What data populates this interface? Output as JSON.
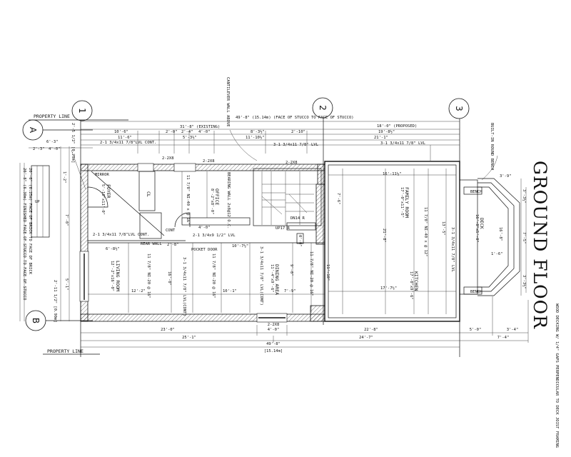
{
  "title": "GROUND FLOOR",
  "grid": {
    "g1": "1",
    "g2": "2",
    "g3": "3",
    "gA": "A",
    "gB": "B"
  },
  "property_line_top": "PROPERTY LINE",
  "property_line_bottom": "PROPERTY LINE",
  "top_dims": {
    "overall": "49'-8\" (15.14m) (FACE OF STUCCO TO FACE OF STUCCO)",
    "existing": "31'-8\" (EXISTING)",
    "proposed": "18'-0\" (PROPOSED)",
    "d1": "10'-6\"",
    "d2": "2'-0\"",
    "d3": "2'-4\"",
    "d4": "4'-0\"",
    "d5": "8'-3½\"",
    "d6": "2'-10\"",
    "d7": "19'-8½\"",
    "e1": "11'-6\"",
    "e2": "5'-3½\"",
    "e3": "11'-10½\"",
    "e4": "21'-1\"",
    "beam1": "2-1 3/4x11 7/8\"LVL CONT.",
    "beam2": "3-1 3/4x11 7/8\" LVL",
    "beam3": "3-1 3/4x11 7/8\" LVL",
    "lintel1": "2-2X8",
    "lintel2": "2-2X8",
    "lintel3": "2-2X8",
    "cantilever": "CANTILEVER WALL ABOVE",
    "bench_note": "BUILT-IN ROUND BENCH"
  },
  "bottom_dims": {
    "b1": "23'-0\"",
    "b2": "4'-0\"",
    "b3": "22'-8\"",
    "b4": "5'-0\"",
    "b5": "3'-4\"",
    "lintel": "2-2X8",
    "c1": "25'-1\"",
    "c2": "24'-7\"",
    "c3": "7'-4\"",
    "overall": "49'-8\"",
    "metric": "[15.14m]"
  },
  "left_dims": {
    "brick": "20'-6\" (6.25m) FACE OF BRICK TO FACE OF BRICK",
    "stucco": "20'-8\" (6.30m) FINISHED FACE OF STUCCO TO FACE OF STUCCO",
    "a1": "6'-3\"",
    "a2": "2'-3\"",
    "a3": "4'-0\"",
    "a4": "1'-2\"",
    "a5": "7'-0\"",
    "a6": "5'-1\"",
    "side1": "2'-5 1/2\" [0.75m]",
    "side2": "2'-11 1/2\" [0.90m]",
    "up": "UP"
  },
  "rooms": {
    "mirror": "MIRROR",
    "foyer": "FOYER",
    "foyer_size": "5'-10\"x11'-0\"",
    "closet": "CL",
    "cont": "CONT",
    "office": "OFFICE",
    "office_size": "8'-2\"x8'-0\"",
    "bearing": "BEARING WALL 2x8@12 O.C.",
    "living": "LIVING ROOM",
    "living_size": "12'-2\"x16'-0\"",
    "dining": "DINING AREA",
    "dining_size": "11'-4\"x9'-6\"",
    "family": "FAMILY ROOM",
    "family_size": "17'-0\"x11'-5\"",
    "kitchen": "KITCHEN",
    "kitchen_size": "17'-0\"x9'-6\"",
    "deck": "DECK",
    "deck_size": "16'-8\"x5'-0\"",
    "bench1": "BENCH",
    "bench2": "BENCH",
    "dn": "DN14 R",
    "up": "UP17 R",
    "rear_wall": "REAR WALL",
    "pocket": "POCKET DOOR",
    "lvl_open": "2-1 3/4x11 7/8\"LVL CONT.",
    "lvl_small": "2-1 3/4x9 1/2\" LVL",
    "joist1": "11 7/8\" NI-40 x @ 16\"",
    "joist2": "11 7/8\" NI-20 @ 16\"",
    "joist3": "11 7/8\" NI-20 @ 16\"",
    "joist4": "11 7/8\" NI-20 @ 16\"",
    "joist5": "11 7/8\" NI-40 x @ 12\"",
    "beam_dining": "3-1 3/4x11 7/8\" LVL(CONT)",
    "beam_mid": "3-1 3/4x11 7/8\" LVL(CONT)",
    "beam_right": "3-1 3/4x11 7/8\" LVL",
    "decking_note": "WOOD DECKING W/ 1/4\" GAPS PERPENDICULAR TO DECK JOIST FRAMING"
  },
  "inner_dims": {
    "f1": "6'-8½\"",
    "f2": "12'-2\"",
    "f3": "16'-0\"",
    "f4": "2'-8\"",
    "f5": "4'-0\"",
    "f6": "10'-7½\"",
    "f7": "10'-1\"",
    "f8": "7'-9\"",
    "f9": "16'-11½\"",
    "f10": "17'-7½\"",
    "f11": "7'-6\"",
    "f12": "21'-8\"",
    "f13": "13'-5\"",
    "f14": "9'-0\"",
    "f15": "11'-10\"",
    "f16": "0'-0\"",
    "deck1": "3'-9\"",
    "deck2": "3'-3½\"",
    "deck3": "7'-5\"",
    "deck4": "3'-3½\"",
    "deck5": "16'-8\"",
    "deck6": "1'-6\""
  }
}
